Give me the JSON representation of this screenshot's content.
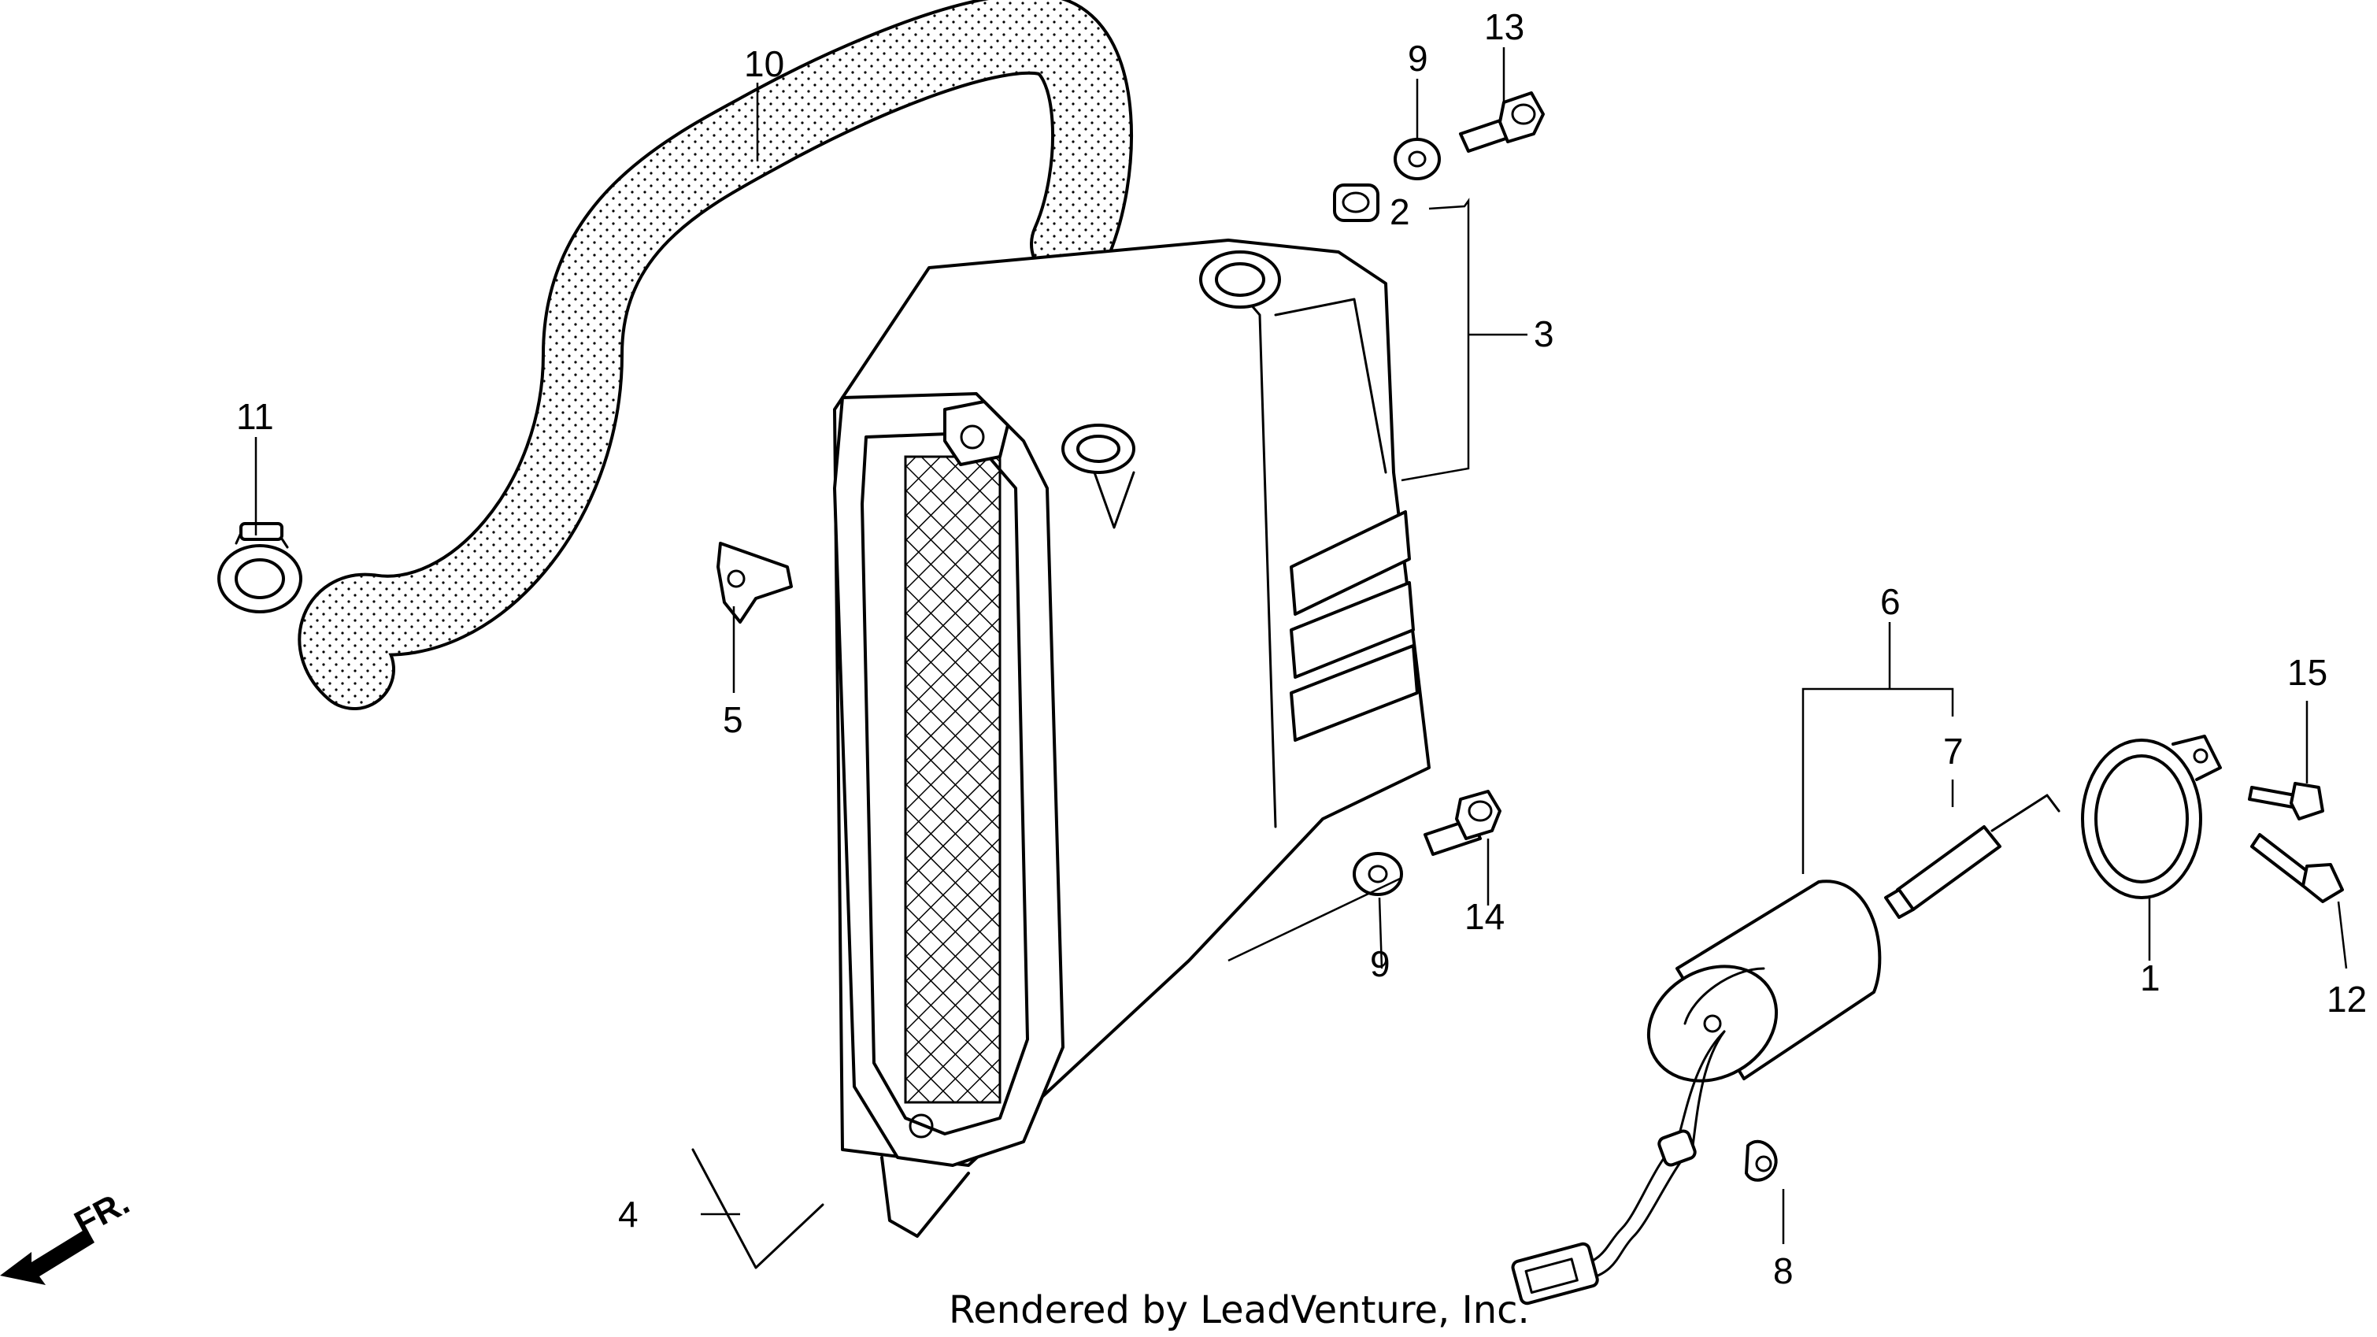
{
  "callouts": {
    "c1": "1",
    "c2": "2",
    "c3": "3",
    "c4": "4",
    "c5": "5",
    "c6": "6",
    "c7": "7",
    "c8": "8",
    "c9a": "9",
    "c9b": "9",
    "c10": "10",
    "c11": "11",
    "c12": "12",
    "c13": "13",
    "c14": "14",
    "c15": "15"
  },
  "direction_label": "FR.",
  "credit": "Rendered by LeadVenture, Inc."
}
